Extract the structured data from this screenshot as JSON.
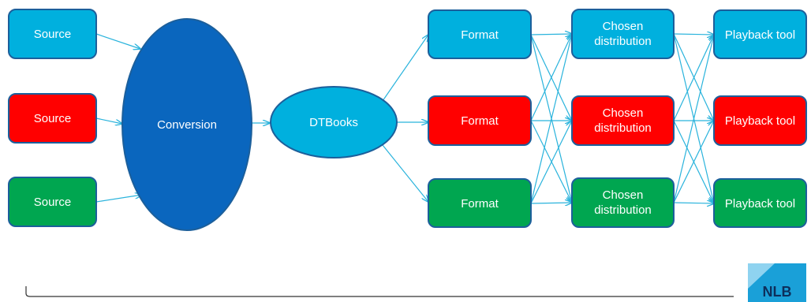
{
  "colors": {
    "blue": "#00b0de",
    "red": "#ff0000",
    "green": "#00a650",
    "dark_blue": "#0a66be",
    "border": "#1c5f9b",
    "arrow": "#29b3dc",
    "baseline": "#333333"
  },
  "sources": [
    {
      "label": "Source",
      "color": "blue"
    },
    {
      "label": "Source",
      "color": "red"
    },
    {
      "label": "Source",
      "color": "green"
    }
  ],
  "conversion": {
    "label": "Conversion",
    "color": "dark_blue"
  },
  "dtbooks": {
    "label": "DTBooks",
    "color": "blue"
  },
  "formats": [
    {
      "label": "Format",
      "color": "blue"
    },
    {
      "label": "Format",
      "color": "red"
    },
    {
      "label": "Format",
      "color": "green"
    }
  ],
  "distributions": [
    {
      "label_lines": [
        "Chosen",
        "distribution"
      ],
      "color": "blue"
    },
    {
      "label_lines": [
        "Chosen",
        "distribution"
      ],
      "color": "red"
    },
    {
      "label_lines": [
        "Chosen",
        "distribution"
      ],
      "color": "green"
    }
  ],
  "playback_tools": [
    {
      "label": "Playback tool",
      "color": "blue"
    },
    {
      "label": "Playback tool",
      "color": "red"
    },
    {
      "label": "Playback tool",
      "color": "green"
    }
  ],
  "logo": {
    "text": "NLB",
    "colors": [
      "#1aa0d8",
      "#8fd3f0"
    ],
    "text_color": "#0d2f5c"
  }
}
